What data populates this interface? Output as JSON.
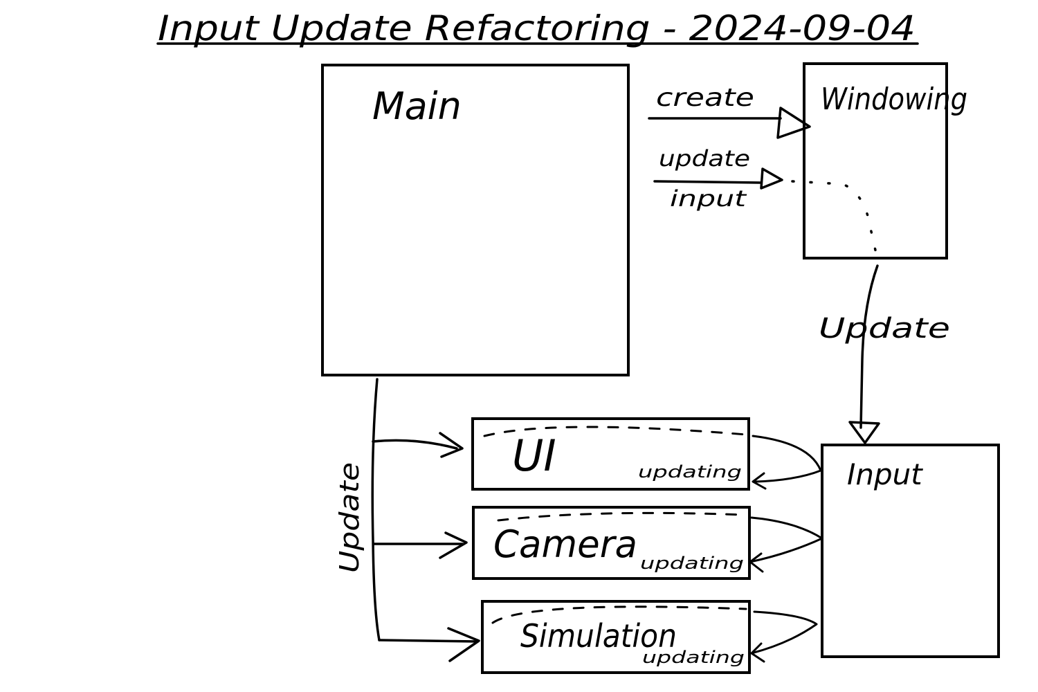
{
  "title": "Input Update Refactoring - 2024-09-04",
  "nodes": {
    "main": "Main",
    "windowing": "Windowing",
    "input": "Input",
    "ui": "UI",
    "camera": "Camera",
    "simulation": "Simulation"
  },
  "edges": {
    "create": "create",
    "update_input_line1": "update",
    "update_input_line2": "input",
    "windowing_to_input": "Update",
    "main_update": "Update",
    "ui_updating": "updating",
    "camera_updating": "updating",
    "simulation_updating": "updating"
  }
}
